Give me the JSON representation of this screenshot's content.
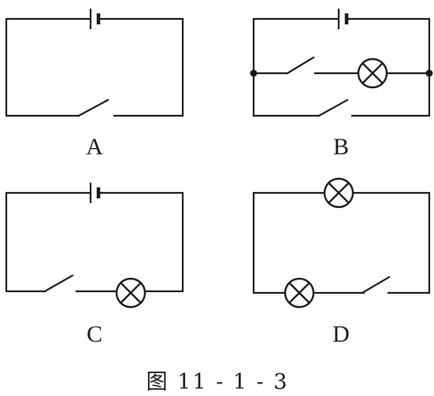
{
  "figure": {
    "caption": "图 11 - 1 - 3",
    "circuits": [
      {
        "label": "A",
        "components": [
          "battery",
          "switch"
        ]
      },
      {
        "label": "B",
        "components": [
          "battery",
          "switch",
          "lamp",
          "switch"
        ]
      },
      {
        "label": "C",
        "components": [
          "battery",
          "switch",
          "lamp"
        ]
      },
      {
        "label": "D",
        "components": [
          "lamp",
          "lamp",
          "switch"
        ]
      }
    ]
  }
}
